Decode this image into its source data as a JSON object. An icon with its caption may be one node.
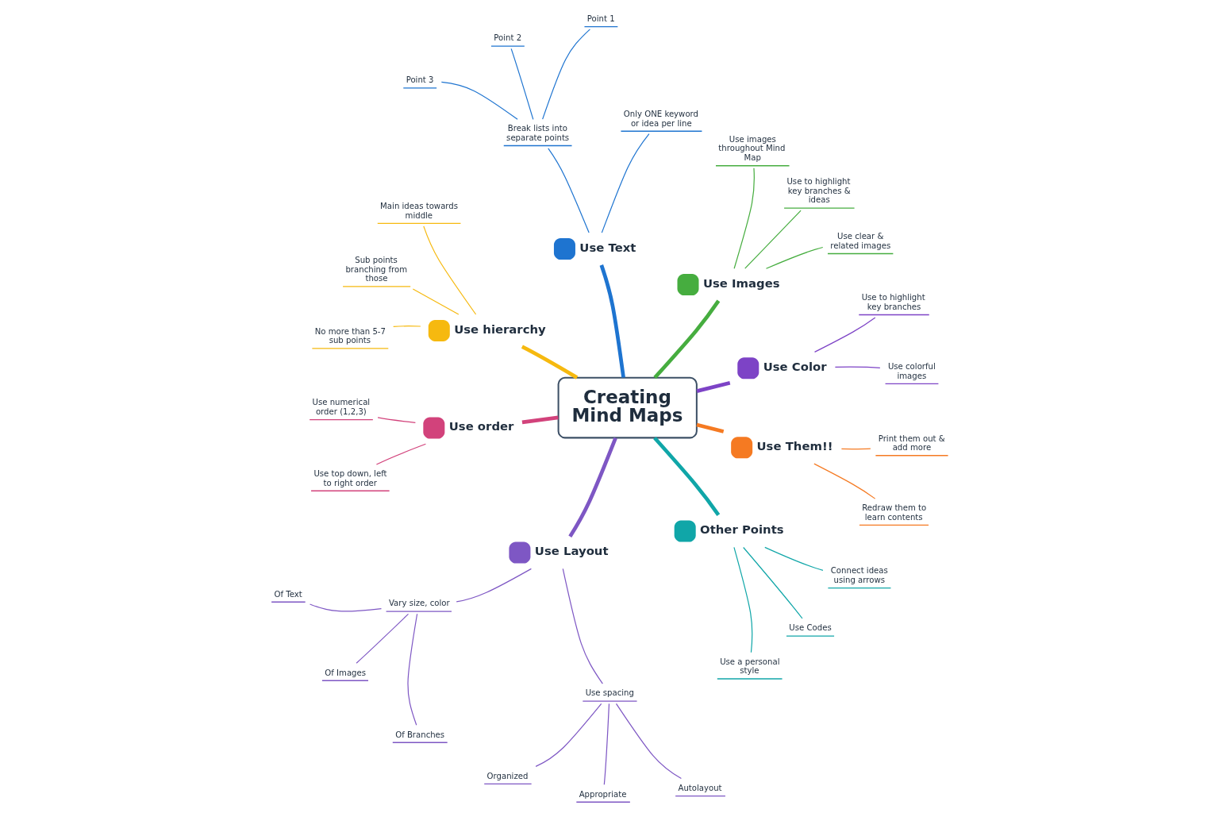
{
  "diagram": {
    "nodes": [
      {
        "text": [
          "Creating Mind Maps"
        ]
      },
      {
        "text": [
          "Use Text"
        ]
      },
      {
        "text": [
          "Only ONE keyword or idea per line"
        ]
      },
      {
        "text": [
          "Break lists into separate points"
        ]
      },
      {
        "text": [
          "Point 1"
        ]
      },
      {
        "text": [
          "Point 2"
        ]
      },
      {
        "text": [
          "Point 3"
        ]
      },
      {
        "text": [
          "Use Images"
        ]
      },
      {
        "text": [
          "Use images throughout Mind Map"
        ]
      },
      {
        "text": [
          "Use to highlight key branches & ideas"
        ]
      },
      {
        "text": [
          "Use clear & related images"
        ]
      },
      {
        "text": [
          "Use hierarchy"
        ]
      },
      {
        "text": [
          "Main ideas towards middle"
        ]
      },
      {
        "text": [
          "Sub points branching from those"
        ]
      },
      {
        "text": [
          "No more than 5-7 sub points"
        ]
      },
      {
        "text": [
          "Use Color"
        ]
      },
      {
        "text": [
          "Use to highlight key branches"
        ]
      },
      {
        "text": [
          "Use colorful images"
        ]
      },
      {
        "text": [
          "Use order"
        ]
      },
      {
        "text": [
          "Use numerical order (1,2,3)"
        ]
      },
      {
        "text": [
          "Use top down, left to right order"
        ]
      },
      {
        "text": [
          "Use Them!!"
        ]
      },
      {
        "text": [
          "Print them out & add more"
        ]
      },
      {
        "text": [
          "Redraw them to learn contents"
        ]
      },
      {
        "text": [
          "Use Layout"
        ]
      },
      {
        "text": [
          "Vary size, color"
        ]
      },
      {
        "text": [
          "Of Text"
        ]
      },
      {
        "text": [
          "Of Images"
        ]
      },
      {
        "text": [
          "Of Branches"
        ]
      },
      {
        "text": [
          "Use spacing"
        ]
      },
      {
        "text": [
          "Organized"
        ]
      },
      {
        "text": [
          "Appropriate"
        ]
      },
      {
        "text": [
          "Autolayout"
        ]
      },
      {
        "text": [
          "Other Points"
        ]
      },
      {
        "text": [
          "Connect ideas using arrows"
        ]
      },
      {
        "text": [
          "Use Codes"
        ]
      },
      {
        "text": [
          "Use a personal style"
        ]
      }
    ],
    "edges": [
      {
        "from": 0,
        "to": 1,
        "arrow": "none",
        "style": "thick",
        "color": "#1e74d0"
      },
      {
        "from": 0,
        "to": 7,
        "arrow": "none",
        "style": "thick",
        "color": "#46ad3f"
      },
      {
        "from": 0,
        "to": 15,
        "arrow": "none",
        "style": "thick",
        "color": "#7d43c6"
      },
      {
        "from": 0,
        "to": 21,
        "arrow": "none",
        "style": "thick",
        "color": "#f57a22"
      },
      {
        "from": 0,
        "to": 33,
        "arrow": "none",
        "style": "thick",
        "color": "#10a6a8"
      },
      {
        "from": 0,
        "to": 24,
        "arrow": "none",
        "style": "thick",
        "color": "#7e57c4"
      },
      {
        "from": 0,
        "to": 18,
        "arrow": "none",
        "style": "thick",
        "color": "#d2427b"
      },
      {
        "from": 0,
        "to": 11,
        "arrow": "none",
        "style": "thick",
        "color": "#f6b90f"
      },
      {
        "from": 1,
        "to": 2,
        "arrow": "none",
        "color": "#1e74d0"
      },
      {
        "from": 1,
        "to": 3,
        "arrow": "none",
        "color": "#1e74d0"
      },
      {
        "from": 3,
        "to": 4,
        "arrow": "none",
        "color": "#1e74d0"
      },
      {
        "from": 3,
        "to": 5,
        "arrow": "none",
        "color": "#1e74d0"
      },
      {
        "from": 3,
        "to": 6,
        "arrow": "none",
        "color": "#1e74d0"
      },
      {
        "from": 7,
        "to": 8,
        "arrow": "none",
        "color": "#46ad3f"
      },
      {
        "from": 7,
        "to": 9,
        "arrow": "none",
        "color": "#46ad3f"
      },
      {
        "from": 7,
        "to": 10,
        "arrow": "none",
        "color": "#46ad3f"
      },
      {
        "from": 15,
        "to": 16,
        "arrow": "none",
        "color": "#7d43c6"
      },
      {
        "from": 15,
        "to": 17,
        "arrow": "none",
        "color": "#7d43c6"
      },
      {
        "from": 21,
        "to": 22,
        "arrow": "none",
        "color": "#f57a22"
      },
      {
        "from": 21,
        "to": 23,
        "arrow": "none",
        "color": "#f57a22"
      },
      {
        "from": 33,
        "to": 34,
        "arrow": "none",
        "color": "#10a6a8"
      },
      {
        "from": 33,
        "to": 35,
        "arrow": "none",
        "color": "#10a6a8"
      },
      {
        "from": 33,
        "to": 36,
        "arrow": "none",
        "color": "#10a6a8"
      },
      {
        "from": 24,
        "to": 25,
        "arrow": "none",
        "color": "#7e57c4"
      },
      {
        "from": 25,
        "to": 26,
        "arrow": "none",
        "color": "#7e57c4"
      },
      {
        "from": 25,
        "to": 27,
        "arrow": "none",
        "color": "#7e57c4"
      },
      {
        "from": 25,
        "to": 28,
        "arrow": "none",
        "color": "#7e57c4"
      },
      {
        "from": 24,
        "to": 29,
        "arrow": "none",
        "color": "#7e57c4"
      },
      {
        "from": 29,
        "to": 30,
        "arrow": "none",
        "color": "#7e57c4"
      },
      {
        "from": 29,
        "to": 31,
        "arrow": "none",
        "color": "#7e57c4"
      },
      {
        "from": 29,
        "to": 32,
        "arrow": "none",
        "color": "#7e57c4"
      },
      {
        "from": 18,
        "to": 19,
        "arrow": "none",
        "color": "#d2427b"
      },
      {
        "from": 18,
        "to": 20,
        "arrow": "none",
        "color": "#d2427b"
      },
      {
        "from": 11,
        "to": 12,
        "arrow": "none",
        "color": "#f6b90f"
      },
      {
        "from": 11,
        "to": 13,
        "arrow": "none",
        "color": "#f6b90f"
      },
      {
        "from": 11,
        "to": 14,
        "arrow": "none",
        "color": "#f6b90f"
      }
    ]
  }
}
